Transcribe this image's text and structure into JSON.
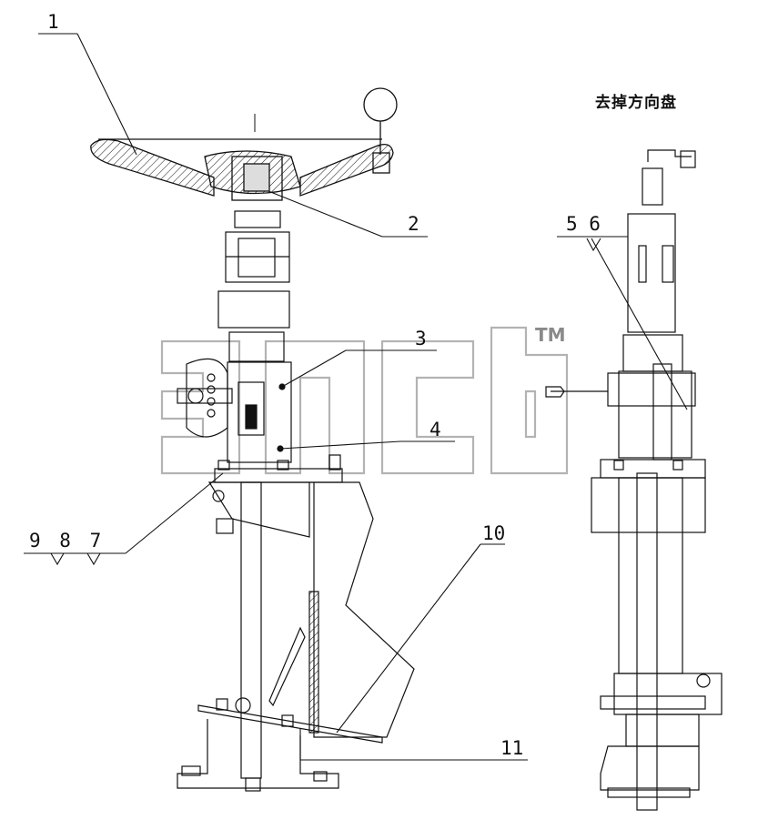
{
  "title_note": "去掉方向盘",
  "watermark": {
    "trademark": "TM"
  },
  "callouts": [
    {
      "id": "c1",
      "text": "1"
    },
    {
      "id": "c2",
      "text": "2"
    },
    {
      "id": "c3",
      "text": "3"
    },
    {
      "id": "c4",
      "text": "4"
    },
    {
      "id": "c56",
      "text": "5 6"
    },
    {
      "id": "c987",
      "text": "9 8 7"
    },
    {
      "id": "c10",
      "text": "10"
    },
    {
      "id": "c11",
      "text": "11"
    }
  ],
  "colors": {
    "line": "#111111",
    "watermark": "#9a9a9a"
  }
}
